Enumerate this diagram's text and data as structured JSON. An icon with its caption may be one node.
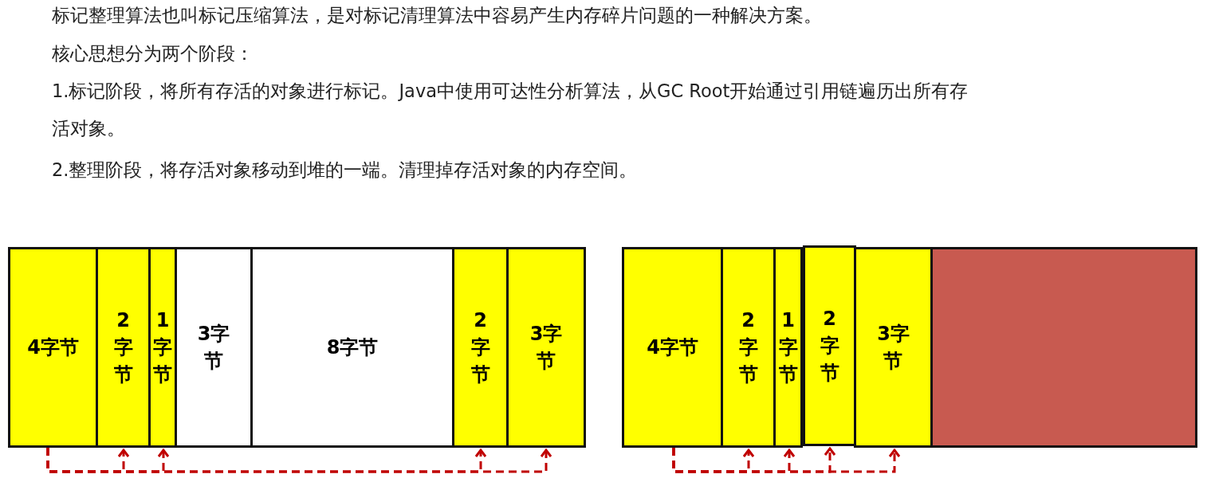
{
  "diagram": {
    "nodes": [
      {
        "text": [
          "4字节"
        ]
      },
      {
        "text": [
          "2字节"
        ]
      },
      {
        "text": [
          "1字节"
        ]
      },
      {
        "text": [
          "3字节"
        ]
      },
      {
        "text": [
          "8字节"
        ]
      },
      {
        "text": [
          "2字节"
        ]
      },
      {
        "text": [
          "3字节"
        ]
      },
      {
        "text": [
          "4字节"
        ]
      },
      {
        "text": [
          "2字节"
        ]
      },
      {
        "text": [
          "1字节"
        ]
      },
      {
        "text": [
          "2字节"
        ]
      },
      {
        "text": [
          "3字节"
        ]
      },
      {
        "text": [],
        "shape": "box"
      }
    ],
    "edges": [
      {
        "from": 0,
        "to": 1,
        "arrow": "to",
        "style": "dashed"
      },
      {
        "from": 0,
        "to": 2,
        "arrow": "to",
        "style": "dashed"
      },
      {
        "from": 0,
        "to": 5,
        "arrow": "to",
        "style": "dashed"
      },
      {
        "from": 0,
        "to": 6,
        "arrow": "to",
        "style": "dashed"
      },
      {
        "from": 7,
        "to": 8,
        "arrow": "to",
        "style": "dashed"
      },
      {
        "from": 7,
        "to": 9,
        "arrow": "to",
        "style": "dashed"
      },
      {
        "from": 7,
        "to": 10,
        "arrow": "to",
        "style": "dashed"
      },
      {
        "from": 7,
        "to": 11,
        "arrow": "to",
        "style": "dashed"
      }
    ],
    "labels": [
      "标记整理算法也叫标记压缩算法，是对标记清理算法中容易产生内存碎片问题的一种解决方案。",
      "核心思想分为两个阶段：",
      "1.标记阶段，将所有存活的对象进行标记。Java中使用可达性分析算法，从GC Root开始通过引用链遍历出所有存活对象。",
      "2.整理阶段，将存活对象移动到堆的一端。清理掉存活对象的内存空间。"
    ]
  }
}
